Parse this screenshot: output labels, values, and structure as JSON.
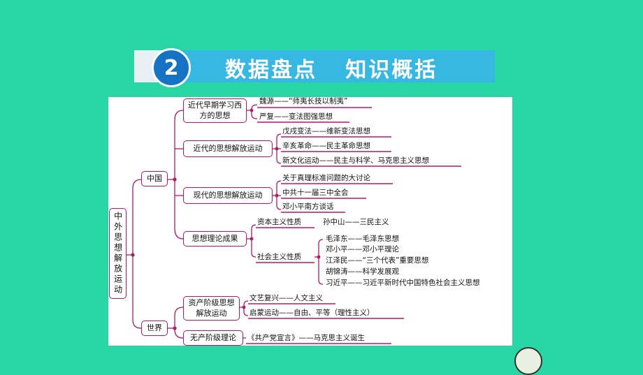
{
  "section": {
    "number": "2",
    "title": "数据盘点   知识概括"
  },
  "colors": {
    "background": "#27d6a4",
    "title_bar": "#37b8e3",
    "circle": "#1673c4",
    "accent": "#b5186a"
  },
  "tree": {
    "root": "中外思想解放运动",
    "china": "中国",
    "world": "世界",
    "modern_early": "近代早期学习西方的思想",
    "modern_liberation": "近代的思想解放运动",
    "contemporary_liberation": "现代的思想解放运动",
    "theory_results": "思想理论成果",
    "capitalist": "资本主义性质",
    "socialist": "社会主义性质",
    "bourgeois": "资产阶级思想解放运动",
    "proletarian": "无产阶级理论",
    "leaves": {
      "weiyuan": "魏源——“师夷长技以制夷”",
      "yanfu": "严复——变法图强思想",
      "wuxu": "戊戌变法——维新变法思想",
      "xinhai": "辛亥革命——民主革命思想",
      "xinwenhua": "新文化运动——民主与科学、马克思主义思想",
      "zhenli": "关于真理标准问题的大讨论",
      "sanzhong": "中共十一届三中全会",
      "nanfang": "邓小平南方谈话",
      "sunzhongshan": "孙中山——三民主义",
      "mao": "毛泽东——毛泽东思想",
      "deng": "邓小平——邓小平理论",
      "jiang": "江泽民——“三个代表”重要思想",
      "hu": "胡锦涛——科学发展观",
      "xi": "习近平——习近平新时代中国特色社会主义思想",
      "wenyi": "文艺复兴——人文主义",
      "qimeng": "启蒙运动——自由、平等（理性主义）",
      "xuanyan": "《共产党宣言》——马克思主义诞生"
    }
  }
}
